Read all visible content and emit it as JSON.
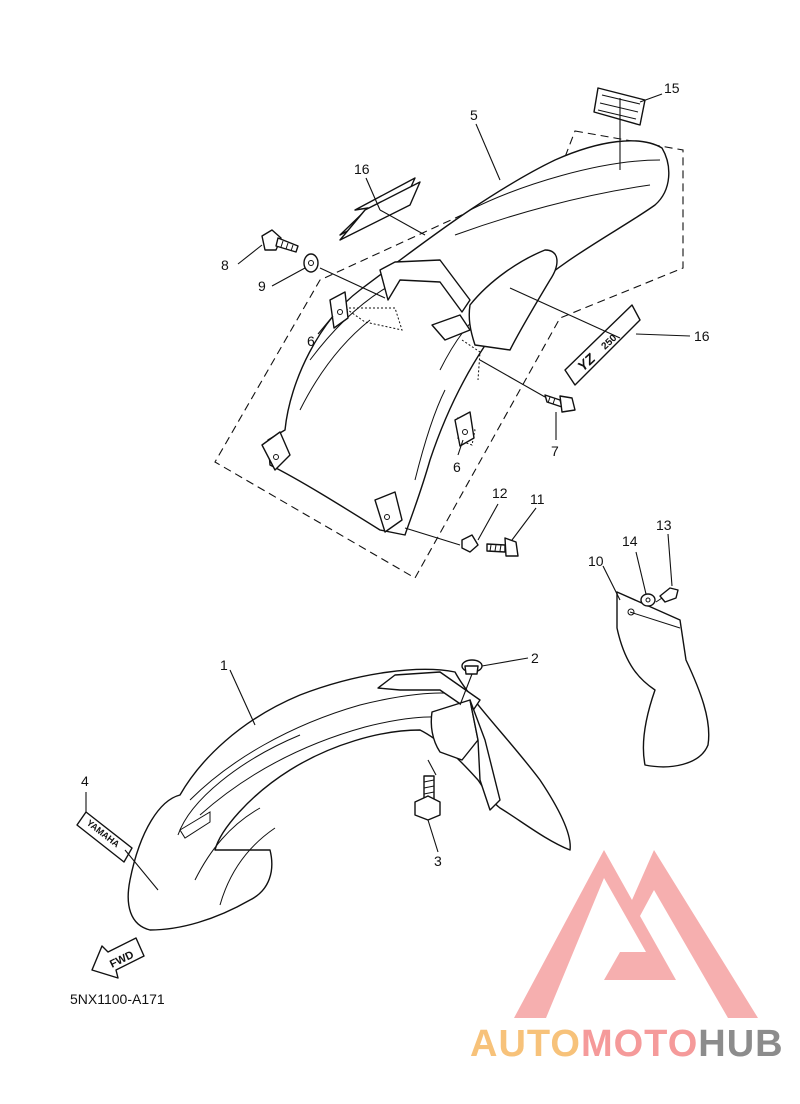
{
  "diagram": {
    "drawing_code": "5NX1100-A171",
    "callouts": [
      "1",
      "2",
      "3",
      "4",
      "5",
      "6",
      "6",
      "7",
      "8",
      "9",
      "10",
      "11",
      "12",
      "13",
      "14",
      "15",
      "16",
      "16"
    ],
    "labels": {
      "decal_yamaha": "YAMAHA",
      "decal_yz": "YZ",
      "decal_250": "250",
      "fwd_arrow": "FWD"
    }
  },
  "watermark": {
    "auto": "AUTO",
    "moto": "MOTO",
    "hub": "HUB",
    "colors": {
      "auto": "#f7c27a",
      "moto": "#f59a9a",
      "hub": "#8c8c8c",
      "logo": "#f5a6a6"
    }
  }
}
